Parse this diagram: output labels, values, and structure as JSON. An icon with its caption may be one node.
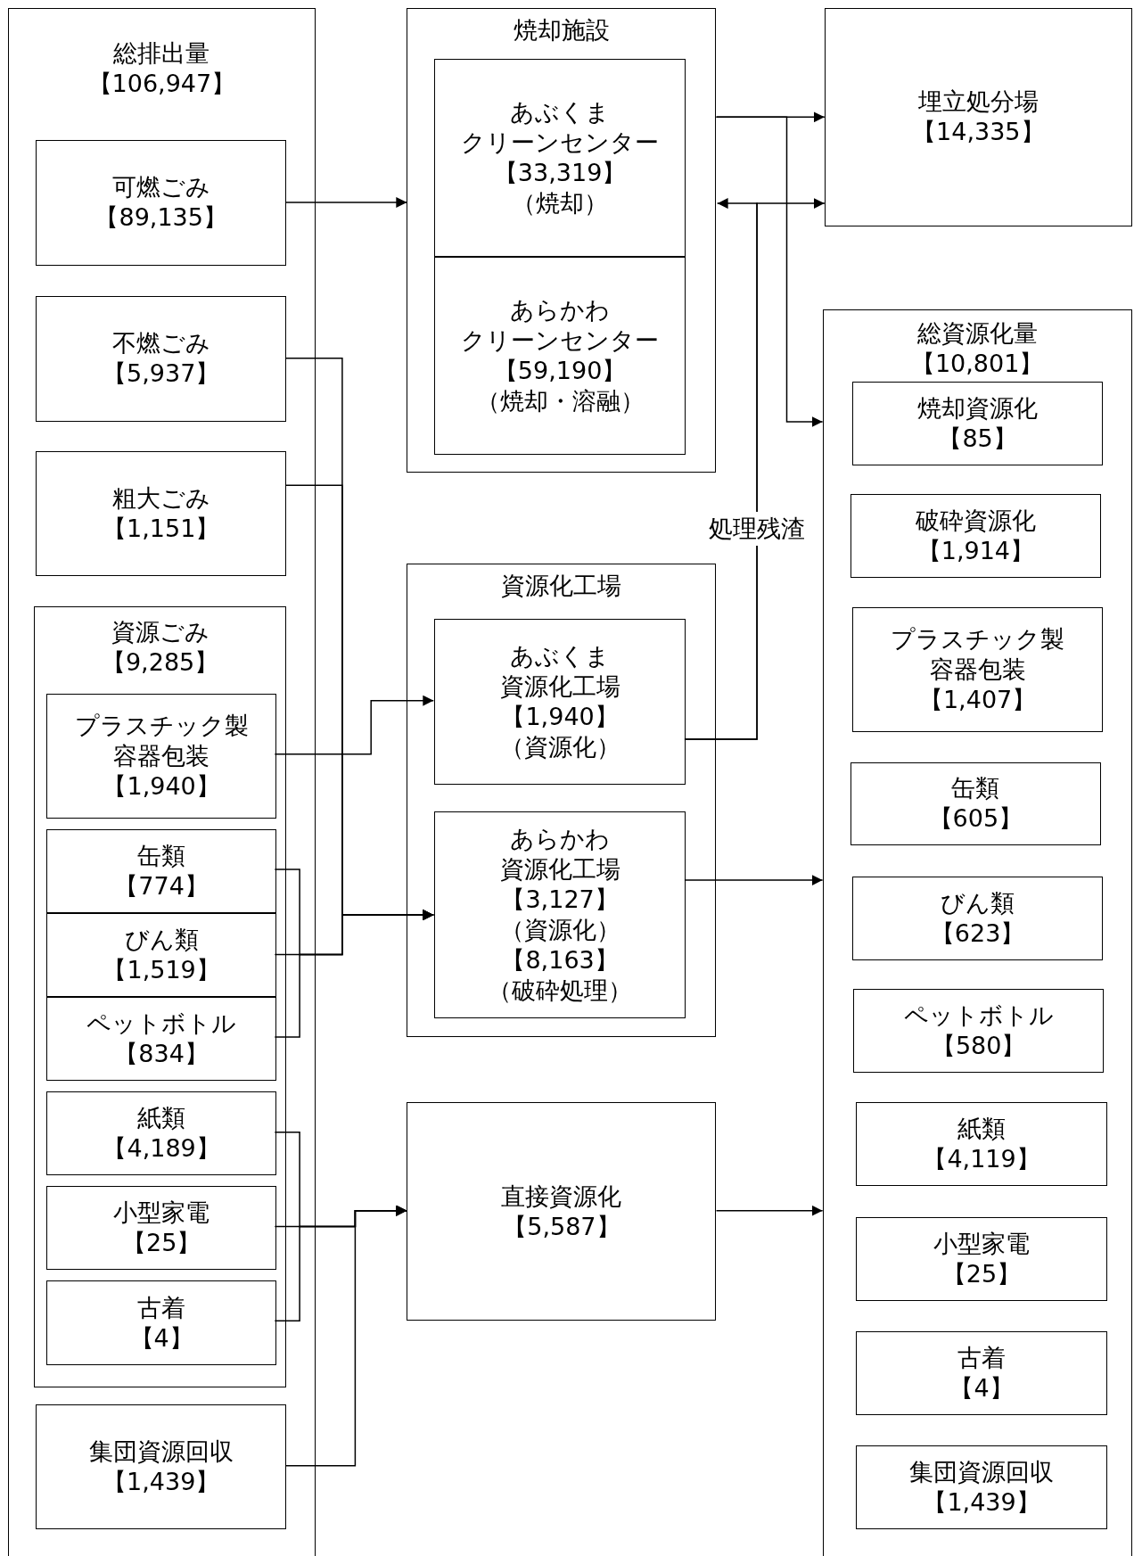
{
  "diagram": {
    "nodes": [
      {
        "text": [
          "総排出量",
          "【106,947】"
        ]
      },
      {
        "text": [
          "可燃ごみ",
          "【89,135】"
        ],
        "in": 0
      },
      {
        "text": [
          "不燃ごみ",
          "【5,937】"
        ],
        "in": 0
      },
      {
        "text": [
          "粗大ごみ",
          "【1,151】"
        ],
        "in": 0
      },
      {
        "text": [
          "資源ごみ",
          "【9,285】"
        ],
        "in": 0
      },
      {
        "text": [
          "プラスチック製容器包装",
          "【1,940】"
        ],
        "in": 4
      },
      {
        "text": [
          "缶類",
          "【774】"
        ],
        "in": 4
      },
      {
        "text": [
          "びん類",
          "【1,519】"
        ],
        "in": 4
      },
      {
        "text": [
          "ペットボトル",
          "【834】"
        ],
        "in": 4
      },
      {
        "text": [
          "紙類",
          "【4,189】"
        ],
        "in": 4
      },
      {
        "text": [
          "小型家電",
          "【25】"
        ],
        "in": 4
      },
      {
        "text": [
          "古着",
          "【4】"
        ],
        "in": 4
      },
      {
        "text": [
          "集団資源回収",
          "【1,439】"
        ],
        "in": 0
      },
      {
        "text": [
          "焼却施設"
        ]
      },
      {
        "text": [
          "あぶくまクリーンセンター",
          "【33,319】",
          "（焼却）"
        ],
        "in": 13
      },
      {
        "text": [
          "あらかわクリーンセンター",
          "【59,190】",
          "（焼却・溶融）"
        ],
        "in": 13
      },
      {
        "text": [
          "資源化工場"
        ]
      },
      {
        "text": [
          "あぶくま資源化工場",
          "【1,940】",
          "（資源化）"
        ],
        "in": 16
      },
      {
        "text": [
          "あらかわ資源化工場",
          "【3,127】",
          "（資源化）",
          "【8,163】",
          "（破砕処理）"
        ],
        "in": 16
      },
      {
        "text": [
          "直接資源化",
          "【5,587】"
        ]
      },
      {
        "text": [
          "埋立処分場",
          "【14,335】"
        ]
      },
      {
        "text": [
          "総資源化量",
          "【10,801】"
        ]
      },
      {
        "text": [
          "焼却資源化",
          "【85】"
        ],
        "in": 21
      },
      {
        "text": [
          "破砕資源化",
          "【1,914】"
        ],
        "in": 21
      },
      {
        "text": [
          "プラスチック製容器包装",
          "【1,407】"
        ],
        "in": 21
      },
      {
        "text": [
          "缶類",
          "【605】"
        ],
        "in": 21
      },
      {
        "text": [
          "びん類",
          "【623】"
        ],
        "in": 21
      },
      {
        "text": [
          "ペットボトル",
          "【580】"
        ],
        "in": 21
      },
      {
        "text": [
          "紙類",
          "【4,119】"
        ],
        "in": 21
      },
      {
        "text": [
          "小型家電",
          "【25】"
        ],
        "in": 21
      },
      {
        "text": [
          "古着",
          "【4】"
        ],
        "in": 21
      },
      {
        "text": [
          "集団資源回収",
          "【1,439】"
        ],
        "in": 21
      }
    ],
    "edges": [
      {
        "from": 1,
        "to": 13,
        "arrow": "to"
      },
      {
        "from": 2,
        "to": 18,
        "arrow": "to"
      },
      {
        "from": 3,
        "to": 18,
        "arrow": "to"
      },
      {
        "from": 5,
        "to": 17,
        "arrow": "to"
      },
      {
        "from": 6,
        "to": 18,
        "arrow": "to"
      },
      {
        "from": 7,
        "to": 18,
        "arrow": "to"
      },
      {
        "from": 8,
        "to": 18,
        "arrow": "to"
      },
      {
        "from": 9,
        "to": 19,
        "arrow": "to"
      },
      {
        "from": 10,
        "to": 19,
        "arrow": "to"
      },
      {
        "from": 11,
        "to": 19,
        "arrow": "to"
      },
      {
        "from": 12,
        "to": 19,
        "arrow": "to"
      },
      {
        "from": 13,
        "to": 20,
        "arrow": "to"
      },
      {
        "from": 13,
        "to": 21,
        "arrow": "to"
      },
      {
        "from": 17,
        "to": 13,
        "arrow": "to",
        "label": "処理残渣"
      },
      {
        "from": 17,
        "to": 20,
        "arrow": "to"
      },
      {
        "from": 18,
        "to": 21,
        "arrow": "to"
      },
      {
        "from": 19,
        "to": 21,
        "arrow": "to"
      }
    ]
  }
}
